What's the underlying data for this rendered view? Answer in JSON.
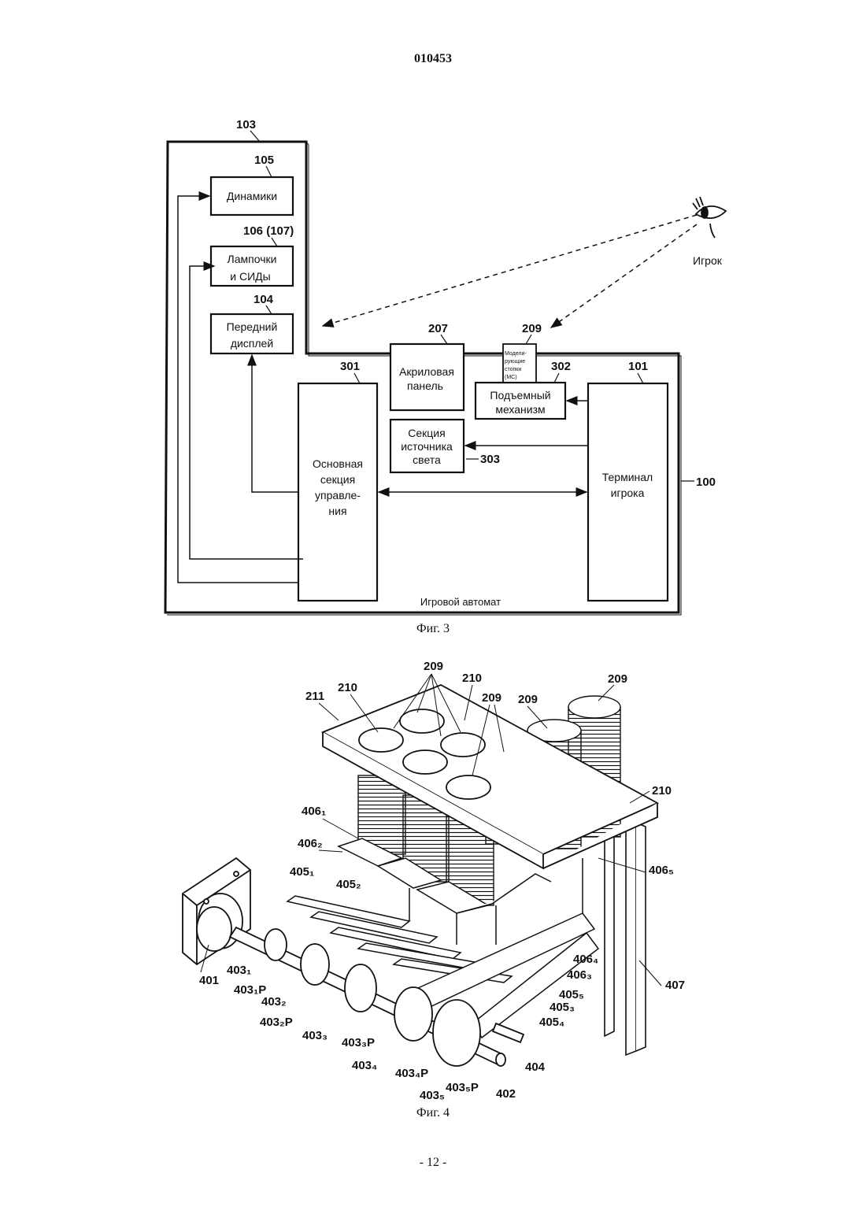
{
  "header": {
    "doc_number": "010453"
  },
  "fig3": {
    "caption": "Фиг. 3",
    "refs": {
      "r103": "103",
      "r105": "105",
      "r106": "106 (107)",
      "r104": "104",
      "r207": "207",
      "r209": "209",
      "r301": "301",
      "r302": "302",
      "r101": "101",
      "r303": "303",
      "r100": "100"
    },
    "blocks": {
      "speakers": "Динамики",
      "lamps_l1": "Лампочки",
      "lamps_l2": "и СИДы",
      "front_l1": "Передний",
      "front_l2": "дисплей",
      "acryl_l1": "Акриловая",
      "acryl_l2": "панель",
      "ms_l1": "Модели-",
      "ms_l2": "рующие",
      "ms_l3": "стопки",
      "ms_l4": "(МС)",
      "lift_l1": "Подъемный",
      "lift_l2": "механизм",
      "light_l1": "Секция",
      "light_l2": "источника",
      "light_l3": "света",
      "main_l1": "Основная",
      "main_l2": "секция",
      "main_l3": "управле-",
      "main_l4": "ния",
      "term_l1": "Терминал",
      "term_l2": "игрока"
    },
    "player": "Игрок",
    "machine": "Игровой автомат"
  },
  "fig4": {
    "caption": "Фиг. 4",
    "labels": {
      "l209a": "209",
      "l210a": "210",
      "l210b": "210",
      "l209b": "209",
      "l209c": "209",
      "l209d": "209",
      "l211": "211",
      "l210c": "210",
      "l4061": "406₁",
      "l4062": "406₂",
      "l4051": "405₁",
      "l4052": "405₂",
      "l4065": "406₅",
      "l4064": "406₄",
      "l4063": "406₃",
      "l4055": "405₅",
      "l4053": "405₃",
      "l4054": "405₄",
      "l407": "407",
      "l401": "401",
      "l4031": "403₁",
      "l4031p": "403₁P",
      "l4032": "403₂",
      "l4032p": "403₂P",
      "l4033": "403₃",
      "l4033p": "403₃P",
      "l4034": "403₄",
      "l4034p": "403₄P",
      "l4035": "403₅",
      "l4035p": "403₅P",
      "l402": "402",
      "l404": "404"
    }
  },
  "footer": {
    "page": "- 12 -"
  }
}
